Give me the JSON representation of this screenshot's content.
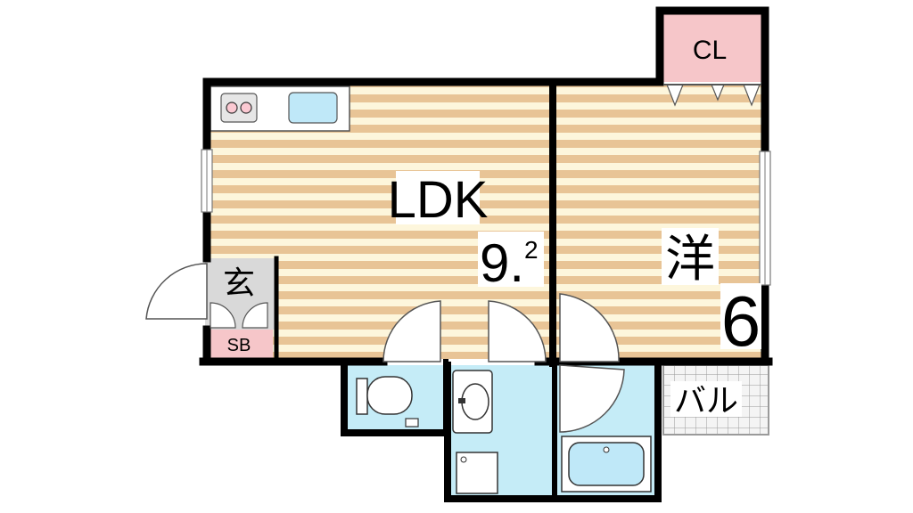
{
  "rooms": {
    "ldk": {
      "label": "LDK",
      "size_main": "9.",
      "size_sup": "2"
    },
    "western": {
      "label": "洋",
      "size": "6"
    },
    "closet": {
      "label": "CL"
    },
    "entrance": {
      "label": "玄"
    },
    "shoe_box": {
      "label": "SB"
    },
    "balcony": {
      "label": "バル"
    }
  },
  "colors": {
    "floor_stripe": "#e8c496",
    "floor_light": "#fdf6dc",
    "wet_area": "#c5ecf7",
    "closet_pink": "#f6c6c9",
    "wall": "#000000",
    "fixture_blue": "#bfe8f8"
  }
}
